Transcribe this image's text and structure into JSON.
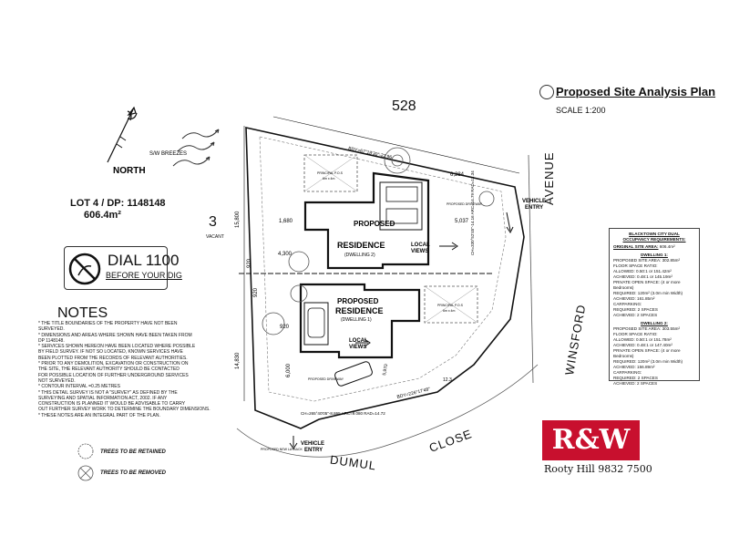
{
  "plan": {
    "title": "Proposed Site Analysis Plan",
    "scale": "SCALE 1:200",
    "lot_north": "528",
    "lot_west": "3",
    "vacant": "VACANT",
    "north_label": "NORTH",
    "breezes_label": "S/W BREEZES",
    "lot_dp": "LOT 4 / DP: 1148148",
    "site_area": "606.4m²"
  },
  "dial": {
    "main": "DIAL 1100",
    "sub": "BEFORE YOUR DIG"
  },
  "notes": {
    "heading": "NOTES",
    "items": [
      "* THE TITLE BOUNDARIES OF THE PROPERTY HAVE NOT BEEN",
      "   SURVEYED.",
      "* DIMENSIONS AND AREAS WHERE SHOWN HAVE BEEN TAKEN FROM",
      "   DP 1148148.",
      "* SERVICES SHOWN HEREON HAVE BEEN LOCATED WHERE POSSIBLE",
      "   BY FIELD SURVEY. IF NOT SO LOCATED, KNOWN SERVICES HAVE",
      "   BEEN PLOTTED FROM THE RECORDS OF RELEVANT AUTHORITIES.",
      "* PRIOR TO ANY DEMOLITION, EXCAVATION OR CONSTRUCTION ON",
      "   THE SITE, THE RELEVANT AUTHORITY SHOULD BE CONTACTED",
      "   FOR POSSIBLE LOCATION OF FURTHER UNDERGROUND SERVICES",
      "   NOT SURVEYED.",
      "* CONTOUR INTERVAL =0.25 METRES",
      "* THIS DETAIL SURVEY IS NOT A \"SURVEY\" AS DEFINED BY THE",
      "   SURVEYING AND SPATIAL INFORMATION ACT, 2002. IF ANY",
      "   CONSTRUCTION IS PLANNED IT WOULD BE ADVISABLE TO CARRY",
      "   OUT FURTHER SURVEY WORK TO DETERMINE THE BOUNDARY DIMENSIONS.",
      "* THESE NOTES ARE AN INTEGRAL PART OF THE PLAN."
    ]
  },
  "legend": {
    "retained": "TREES TO BE RETAINED",
    "removed": "TREES TO BE REMOVED"
  },
  "streets": {
    "winsford": "WINSFORD",
    "avenue": "AVENUE",
    "dumul": "DUMUL",
    "close": "CLOSE"
  },
  "drawing_labels": {
    "proposed": "PROPOSED",
    "residence": "RESIDENCE",
    "dwelling2": "(DWELLING 2)",
    "dwelling1": "(DWELLING 1)",
    "local": "LOCAL",
    "views": "VIEWS",
    "vehicle": "VEHICLE",
    "entry": "ENTRY",
    "dim_1680": "1,680",
    "dim_4300": "4,300",
    "dim_5037": "5,037",
    "dim_6284": "6,284",
    "dim_920a": "920",
    "dim_920b": "920",
    "dim_920c": "920",
    "dim_6000": "6,000",
    "dim_5970": "5,970",
    "dim_15800": "15,800",
    "dim_14830": "14,830",
    "dim_123": "12.3",
    "bdy_top": "BDY=67°18'30\"-22.96",
    "bdy_bottom": "BDY=226°17'48\"",
    "chord_right": "CH=330°52'45\"-14.16 ARC=14.79 RAD=13.34",
    "chord_bottom": "CH=265°40'05\"-8.865 ARC=9.080 RAD=14.72",
    "principal_pos": "PRINCIPAL P.O.S",
    "pos_size": "6m x 4m",
    "driveway": "PROPOSED DRIVEWAY",
    "layback": "PROPOSED NEW LAYBACK"
  },
  "council": {
    "title1": "BLACKTOWN CITY DUAL",
    "title2": "OCCUPANCY REQUIREMENTS:",
    "original_label": "ORIGINAL SITE AREA:",
    "original_value": "606.4m²",
    "d1_title": "DWELLING 1:",
    "d1_lines": [
      "PROPOSED SITE AREA: 302.85m²",
      "FLOOR SPACE RATIO:",
      "ALLOWED: 0.50:1 or 151.42m²",
      "ACHIEVED: 0.48:1 or 145.19m²",
      "PRIVATE OPEN SPACE: (4 or more Bedrooms)",
      "REQUIRED: 120m² (3.0m min Width)",
      "ACHIEVED: 161.85m²",
      "CARPARKING:",
      "REQUIRED: 2 SPACES",
      "ACHIEVED: 2 SPACES"
    ],
    "d2_title": "DWELLING 2:",
    "d2_lines": [
      "PROPOSED SITE AREA: 303.55m²",
      "FLOOR SPACE RATIO:",
      "ALLOWED: 0.50:1 or 151.78m²",
      "ACHIEVED: 0.48:1 or 147.40m²",
      "PRIVATE OPEN SPACE: (4 or more Bedrooms)",
      "REQUIRED: 120m² (3.0m min Width)",
      "ACHIEVED: 156.89m²",
      "CARPARKING:",
      "REQUIRED: 2 SPACES",
      "ACHIEVED: 2 SPACES"
    ]
  },
  "brand": {
    "logo": "R&W",
    "subline": "Rooty Hill  9832 7500",
    "color": "#c8102e"
  }
}
